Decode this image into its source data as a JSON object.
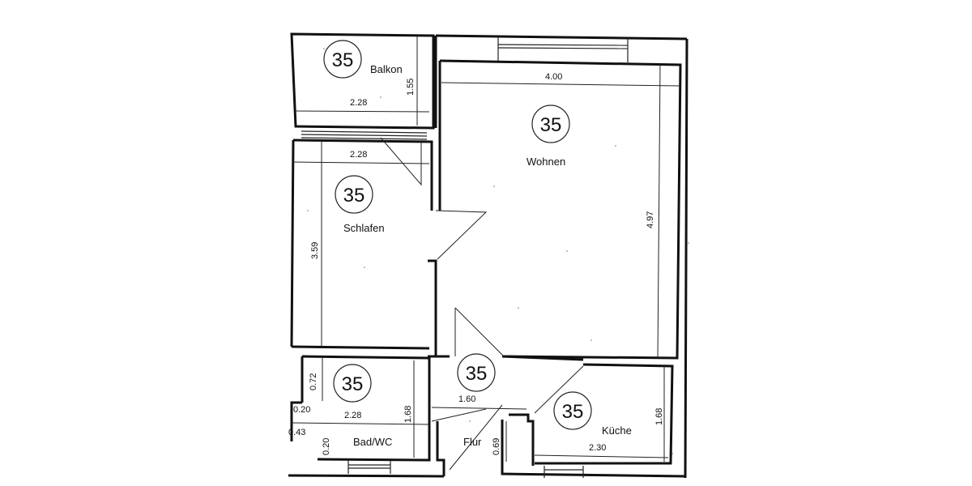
{
  "floor_plan": {
    "rooms": [
      {
        "id": "balkon",
        "label": "Balkon",
        "badge": "35",
        "dims": [
          "2.28",
          "1.55"
        ]
      },
      {
        "id": "wohnen",
        "label": "Wohnen",
        "badge": "35",
        "dims": [
          "4.00",
          "4.97"
        ]
      },
      {
        "id": "schlafen",
        "label": "Schlafen",
        "badge": "35",
        "dims": [
          "2.28",
          "3.59"
        ]
      },
      {
        "id": "bad",
        "label": "Bad/WC",
        "badge": "35",
        "dims": [
          "2.28",
          "1.68",
          "0.72",
          "0.20",
          "0.43",
          "0.20"
        ]
      },
      {
        "id": "flur",
        "label": "Flur",
        "badge": "35",
        "dims": [
          "1.60",
          "0.69"
        ]
      },
      {
        "id": "kueche",
        "label": "Küche",
        "badge": "35",
        "dims": [
          "2.30",
          "1.68"
        ]
      }
    ]
  }
}
